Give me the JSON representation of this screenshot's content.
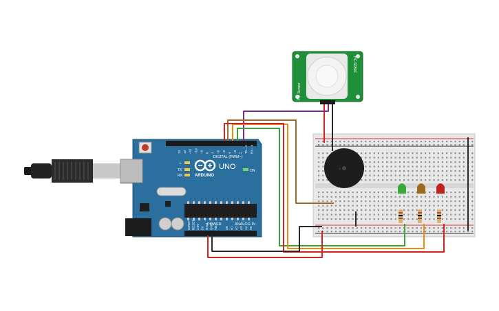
{
  "arduino": {
    "brand": "UNO",
    "maker": "ARDUINO",
    "digital_label": "DIGITAL (PWM~)",
    "power_label": "POWER",
    "analog_label": "ANALOG IN",
    "on_label": "ON",
    "led_l": "L",
    "led_tx": "TX",
    "led_rx": "RX",
    "aref": "AREF",
    "gnd": "GND",
    "digital_pins": [
      "13",
      "12",
      "~11",
      "~10",
      "~9",
      "8",
      "7",
      "~6",
      "~5",
      "4",
      "~3",
      "2",
      "TX→1",
      "RX←0"
    ],
    "power_pins": [
      "IOREF",
      "RESET",
      "3.3V",
      "5V",
      "GND",
      "GND",
      "Vin"
    ],
    "analog_pins": [
      "A0",
      "A1",
      "A2",
      "A3",
      "A4",
      "A5"
    ]
  },
  "pir_sensor": {
    "label_left": "PIR Sensor",
    "label_right": "HC-SR501"
  },
  "colors": {
    "board": "#2a6f9e",
    "breadboard": "#e6e6e6",
    "pir_board": "#1f8f3a",
    "wire_red": "#d61f1f",
    "wire_black": "#2a2a2a",
    "wire_purple": "#7a2a8f",
    "wire_brown": "#9c6a2e",
    "wire_green": "#3aa03a",
    "wire_orange": "#ee8a0e",
    "led_green": "#3aa83a",
    "led_amber": "#a06a1e",
    "led_red": "#c02020"
  }
}
